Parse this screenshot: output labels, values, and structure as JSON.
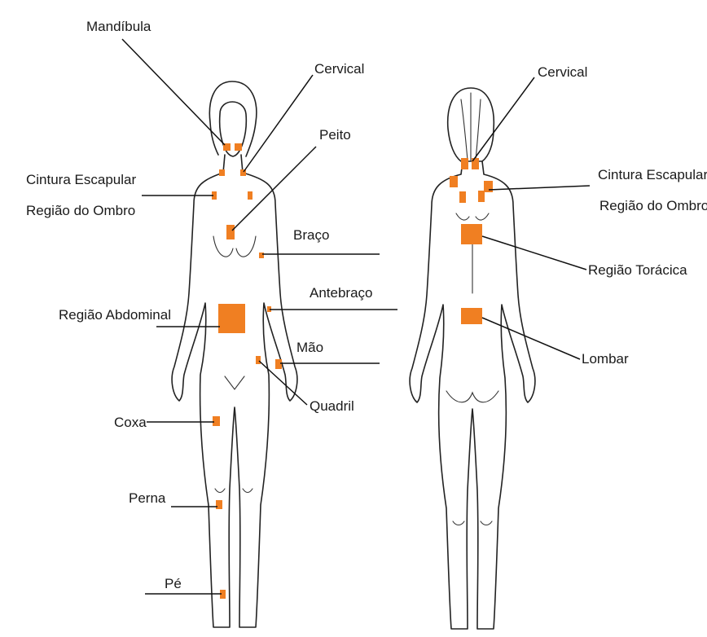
{
  "marker_color": "#F07F22",
  "front_labels": {
    "mandibula": "Mandíbula",
    "cervical": "Cervical",
    "peito": "Peito",
    "cintura_escapular": "Cintura Escapular",
    "regiao_ombro": "Região do Ombro",
    "braco": "Braço",
    "antebraco": "Antebraço",
    "regiao_abdominal": "Região Abdominal",
    "mao": "Mão",
    "quadril": "Quadril",
    "coxa": "Coxa",
    "perna": "Perna",
    "pe": "Pé"
  },
  "back_labels": {
    "cervical": "Cervical",
    "cintura_escapular": "Cintura Escapular",
    "regiao_ombro": "Região do Ombro",
    "regiao_toracica": "Região Torácica",
    "lombar": "Lombar"
  }
}
